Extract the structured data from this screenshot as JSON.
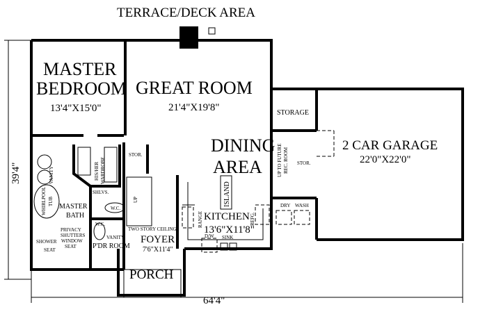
{
  "plan": {
    "terrace": "TERRACE/DECK AREA",
    "rooms": {
      "master_bedroom": {
        "line1": "MASTER",
        "line2": "BEDROOM",
        "size": "13'4\"X15'0\""
      },
      "great_room": {
        "name": "GREAT ROOM",
        "size": "21'4\"X19'8\""
      },
      "dining": {
        "line1": "DINING",
        "line2": "AREA"
      },
      "kitchen": {
        "name": "KITCHEN",
        "size": "13'6\"X11'8\""
      },
      "garage": {
        "name": "2 CAR GARAGE",
        "size": "22'0\"X22'0\""
      },
      "foyer": {
        "note": "TWO STORY CEILING",
        "name": "FOYER",
        "size": "7'6\"X11'4\""
      },
      "master_bath": {
        "line1": "MASTER",
        "line2": "BATH"
      },
      "pdr_room": "P'DR ROOM",
      "porch": "PORCH",
      "storage": "STORAGE"
    },
    "labels": {
      "vanity": "VANITY",
      "whirlpool": "WHIRLPOOL",
      "tub": "TUB",
      "his_her": "HIS/HER",
      "wardrobe": "WARDROBE",
      "shlvs": "SHLVS.",
      "stor": "STOR.",
      "up": "UP",
      "wc": "W.C.",
      "privacy1": "PRIVACY",
      "privacy2": "SHUTTERS",
      "window1": "WINDOW",
      "window2": "SEAT",
      "shower": "SHOWER",
      "seat": "SEAT",
      "island": "ISLAND",
      "range": "RANGE",
      "refg": "REFG.",
      "dw": "D/W",
      "sink": "SINK",
      "up_future1": "UP TO FUTURE",
      "up_future2": "REC. ROOM",
      "dry": "DRY",
      "wash": "WASH"
    },
    "dimensions": {
      "depth": "39'4\"",
      "width": "64'4\""
    }
  }
}
